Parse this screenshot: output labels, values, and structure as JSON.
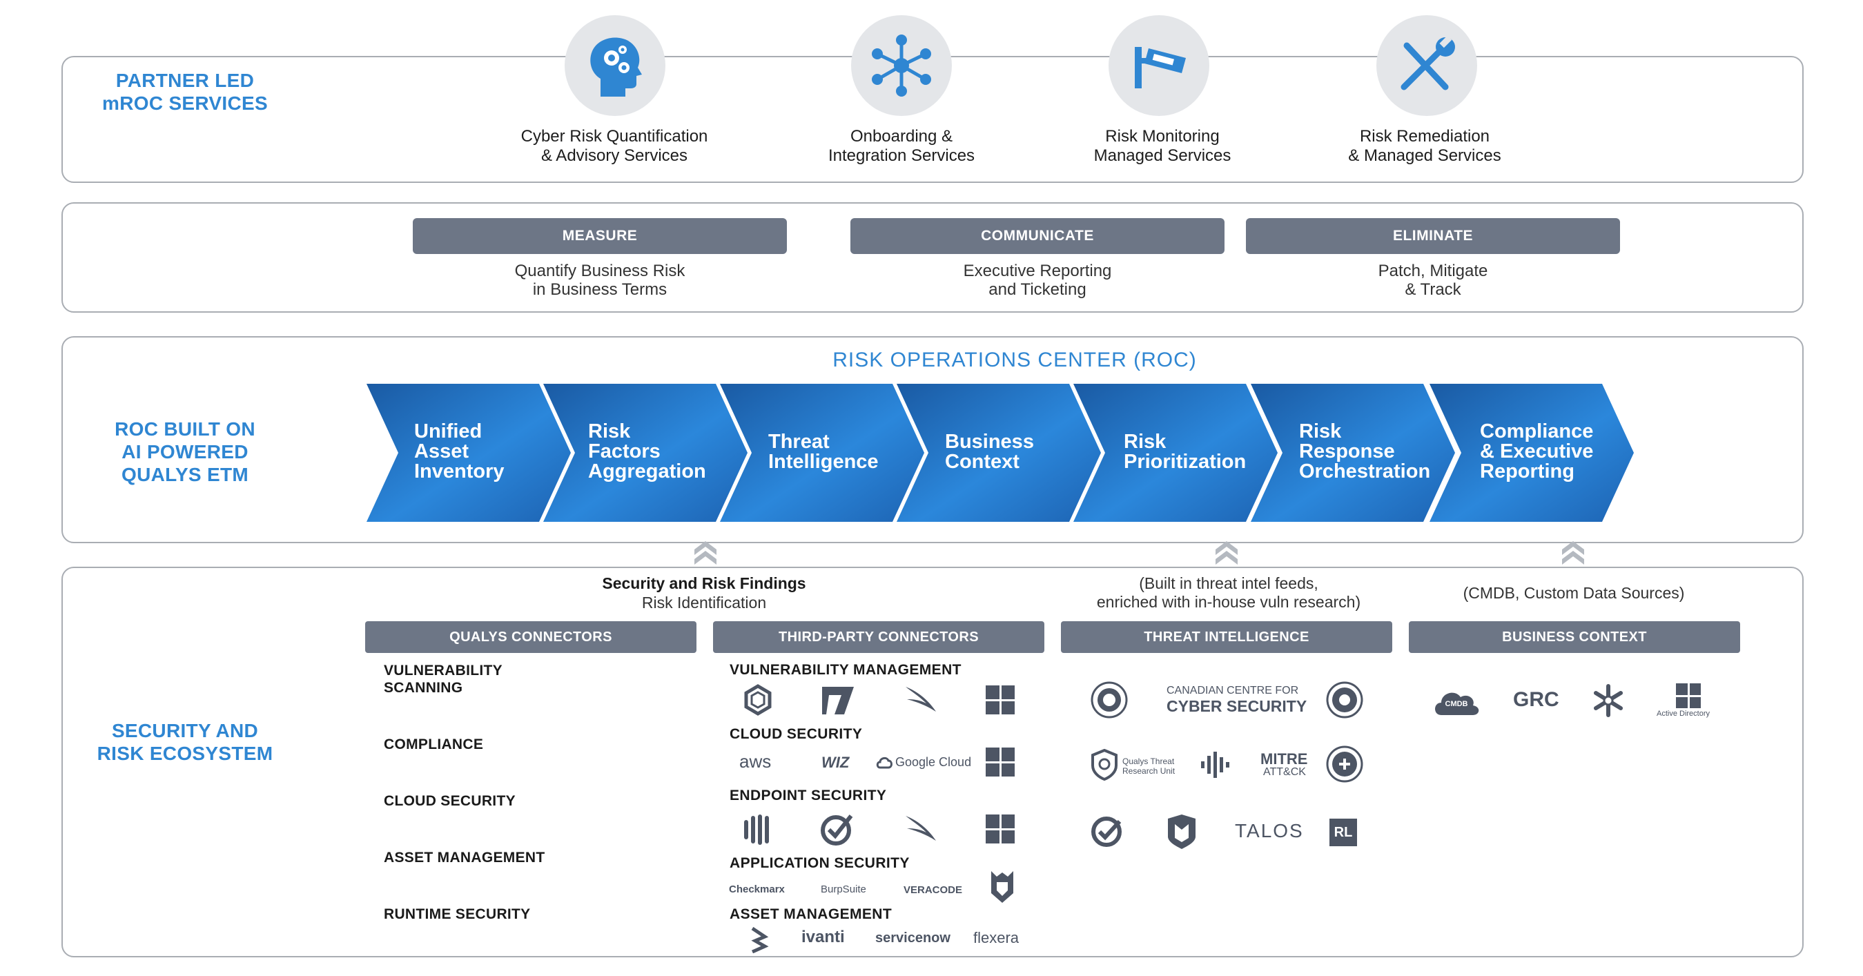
{
  "partner": {
    "title": "PARTNER LED\nmROC SERVICES",
    "services": [
      {
        "label": "Cyber Risk Quantification\n& Advisory Services",
        "icon": "brain-gears-icon"
      },
      {
        "label": "Onboarding &\nIntegration Services",
        "icon": "network-icon"
      },
      {
        "label": "Risk Monitoring\nManaged Services",
        "icon": "security-camera-icon"
      },
      {
        "label": "Risk Remediation\n& Managed Services",
        "icon": "tools-icon"
      }
    ]
  },
  "pillars": [
    {
      "label": "MEASURE",
      "sub": "Quantify Business Risk\nin Business Terms"
    },
    {
      "label": "COMMUNICATE",
      "sub": "Executive Reporting\nand Ticketing"
    },
    {
      "label": "ELIMINATE",
      "sub": "Patch, Mitigate\n& Track"
    }
  ],
  "roc": {
    "side_title": "ROC BUILT ON\nAI POWERED\nQUALYS ETM",
    "title": "RISK OPERATIONS CENTER (ROC)",
    "steps": [
      "Unified\nAsset\nInventory",
      "Risk\nFactors\nAggregation",
      "Threat\nIntelligence",
      "Business\nContext",
      "Risk\nPrioritization",
      "Risk\nResponse\nOrchestration",
      "Compliance\n& Executive\nReporting"
    ]
  },
  "ecosystem": {
    "side_title": "SECURITY AND\nRISK ECOSYSTEM",
    "findings_title": "Security and Risk Findings",
    "findings_sub": "Risk Identification",
    "threat_note": "(Built in threat intel feeds,\nenriched with in-house vuln research)",
    "business_note": "(CMDB, Custom Data Sources)",
    "columns": [
      "QUALYS CONNECTORS",
      "THIRD-PARTY CONNECTORS",
      "THREAT INTELLIGENCE",
      "BUSINESS CONTEXT"
    ],
    "qualys_items": [
      "VULNERABILITY\nSCANNING",
      "COMPLIANCE",
      "CLOUD SECURITY",
      "ASSET MANAGEMENT",
      "RUNTIME SECURITY"
    ],
    "third_party": [
      {
        "heading": "VULNERABILITY MANAGEMENT"
      },
      {
        "heading": "CLOUD SECURITY",
        "logos": [
          "aws",
          "WIZ",
          "Google Cloud"
        ]
      },
      {
        "heading": "ENDPOINT SECURITY"
      },
      {
        "heading": "APPLICATION SECURITY",
        "logos": [
          "Checkmarx",
          "BurpSuite",
          "VERACODE"
        ]
      },
      {
        "heading": "ASSET MANAGEMENT",
        "logos": [
          "ivanti",
          "servicenow",
          "flexera"
        ]
      }
    ],
    "threat_logos": {
      "canadian_line1": "CANADIAN CENTRE FOR",
      "canadian_line2": "CYBER SECURITY",
      "qualys_tru_line1": "Qualys Threat",
      "qualys_tru_line2": "Research Unit",
      "mitre_line1": "MITRE",
      "mitre_line2": "ATT&CK",
      "talos": "TALOS",
      "rl": "RL"
    },
    "business_logos": {
      "cmdb": "CMDB",
      "grc": "GRC",
      "active_directory": "Active Directory"
    }
  },
  "colors": {
    "accent": "#2f86d2",
    "pill": "#6d7686",
    "chevron_dark": "#1c5fa8",
    "chevron_light": "#2f8ee0",
    "logo_gray": "#4d5564"
  }
}
